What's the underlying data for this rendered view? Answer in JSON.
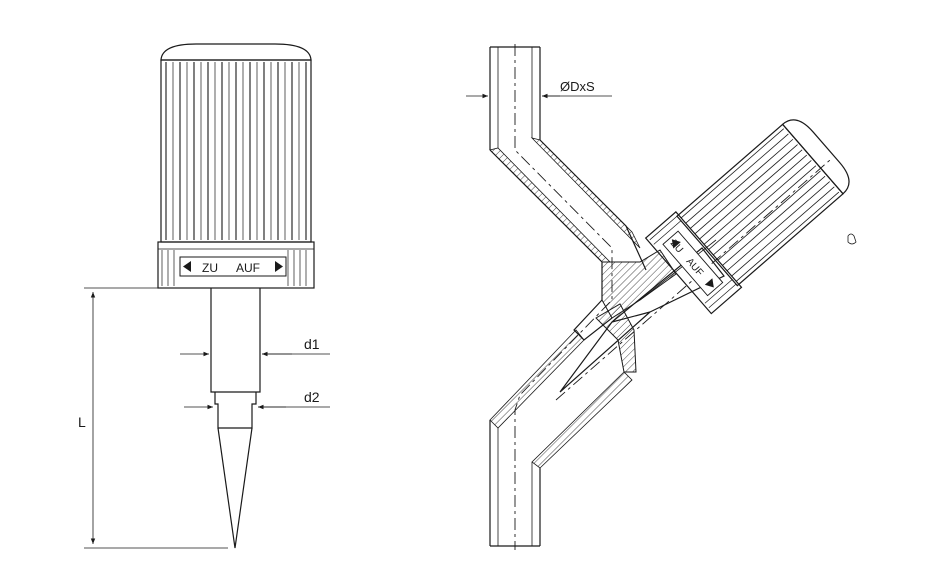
{
  "drawing": {
    "knob_label_close": "ZU",
    "knob_label_open": "AUF",
    "dimensions": {
      "length": "L",
      "diameter_1": "d1",
      "diameter_2": "d2",
      "tube_size": "ØDxS"
    }
  }
}
